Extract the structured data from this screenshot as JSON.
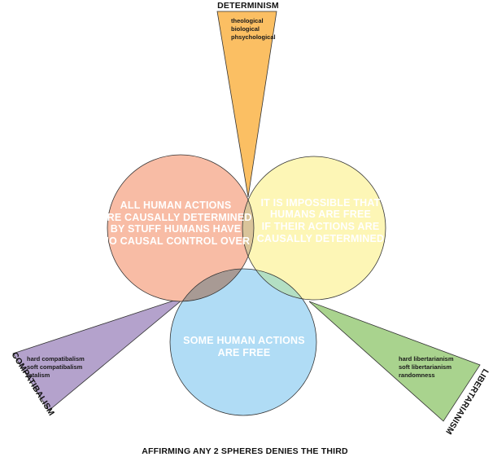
{
  "top_cone": {
    "title": "DETERMINISM",
    "items": [
      "theological",
      "biological",
      "phsychological"
    ],
    "color": "#fbbf63"
  },
  "left_cone": {
    "title": "COMPATIBALISM",
    "items": [
      "hard compatibalism",
      "soft compatibalism",
      "fatalism"
    ],
    "color": "#b4a2cc"
  },
  "right_cone": {
    "title": "LIBERTARIANISM",
    "items": [
      "hard libertarianism",
      "soft libertarianism",
      "randomness"
    ],
    "color": "#a9d38e"
  },
  "circle_left": {
    "lines": [
      "ALL HUMAN ACTIONS",
      "ARE CAUSALLY DETERMINED",
      "BY STUFF HUMANS HAVE",
      "NO CAUSAL CONTROL OVER"
    ],
    "color": "#f8bca5"
  },
  "circle_right": {
    "lines": [
      "IT IS IMPOSSIBLE THAT",
      "HUMANS ARE FREE",
      "IF THEIR ACTIONS ARE",
      "CAUSALLY DETERMINED"
    ],
    "color": "#fdf6b6"
  },
  "circle_bottom": {
    "lines": [
      "SOME HUMAN ACTIONS",
      "ARE FREE"
    ],
    "color": "#b0dcf5"
  },
  "footer": "AFFIRMING ANY 2 SPHERES DENIES THE THIRD"
}
